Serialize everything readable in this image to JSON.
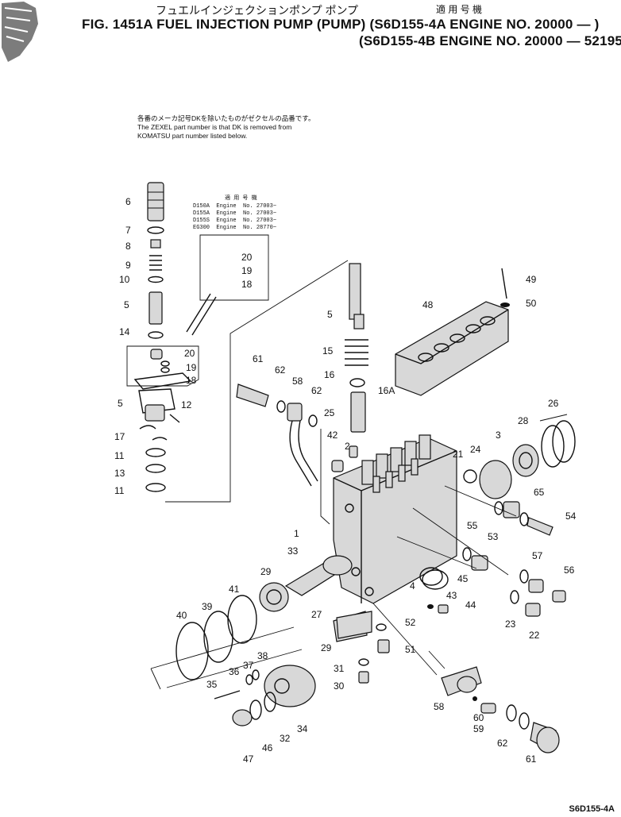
{
  "header": {
    "jp_title": "フュエルインジェクションポンプ ポンプ",
    "fig_title": "FIG. 1451A  FUEL INJECTION PUMP (PUMP) (S6D155-4A  ENGINE NO. 20000 — )",
    "applicable_label": "適 用 号 機",
    "second_line": "(S6D155-4B  ENGINE NO. 20000 — 52195)"
  },
  "note": {
    "jp": "各番のメーカ記号DKを除いたものがゼクセルの品番です。",
    "line1": "The ZEXEL part number is that DK is removed from",
    "line2": "KOMATSU part number listed below."
  },
  "inset": {
    "heading": "適 用 号 機",
    "rows": [
      "D150A  Engine  No. 27003~",
      "D155A  Engine  No. 27003~",
      "D155S  Engine  No. 27003~",
      "EG300  Engine  No. 28770~"
    ]
  },
  "callouts": [
    "6",
    "7",
    "8",
    "9",
    "10",
    "5",
    "14",
    "20",
    "19",
    "18",
    "20",
    "19",
    "18",
    "5",
    "12",
    "17",
    "11",
    "13",
    "11",
    "5",
    "15",
    "16",
    "16A",
    "25",
    "2",
    "42",
    "61",
    "62",
    "58",
    "62",
    "48",
    "49",
    "50",
    "26",
    "28",
    "3",
    "24",
    "21",
    "65",
    "54",
    "55",
    "53",
    "57",
    "56",
    "1",
    "33",
    "29",
    "27",
    "4",
    "45",
    "43",
    "44",
    "23",
    "22",
    "52",
    "51",
    "41",
    "39",
    "40",
    "29",
    "31",
    "30",
    "38",
    "37",
    "36",
    "35",
    "34",
    "32",
    "46",
    "47",
    "58",
    "60",
    "59",
    "62",
    "61"
  ],
  "footer": "S6D155-4A"
}
